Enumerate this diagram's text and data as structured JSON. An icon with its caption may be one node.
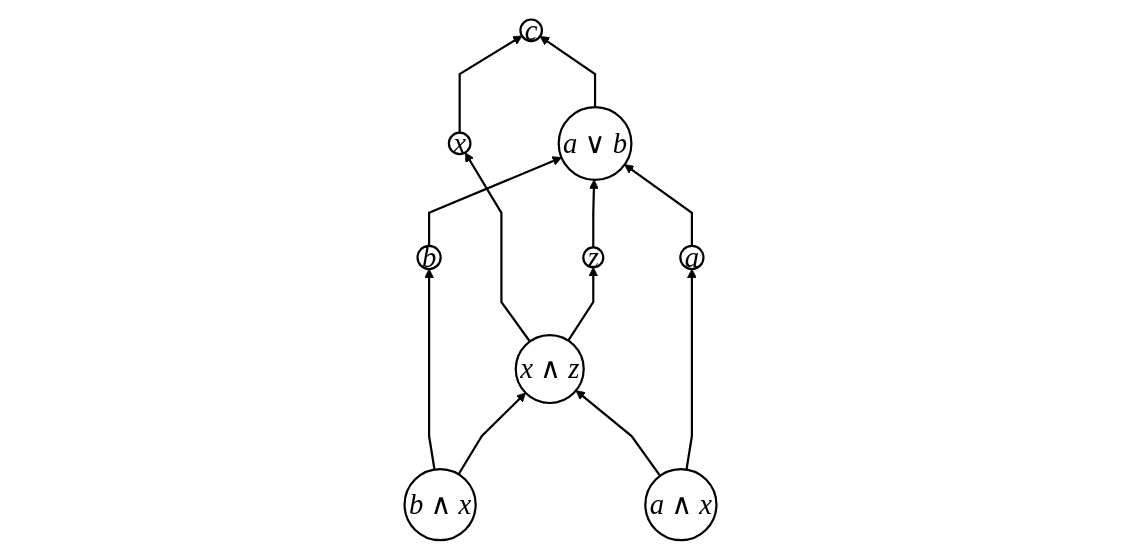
{
  "diagram": {
    "nodes": [
      {
        "text": [
          "c"
        ]
      },
      {
        "text": [
          "x"
        ]
      },
      {
        "text": [
          "b"
        ]
      },
      {
        "text": [
          "a ∨ b"
        ]
      },
      {
        "text": [
          "z"
        ]
      },
      {
        "text": [
          "b ∧ x"
        ]
      },
      {
        "text": [
          "x ∧ z"
        ]
      },
      {
        "text": [
          "a ∧ x"
        ]
      },
      {
        "text": [
          "a"
        ]
      }
    ],
    "edges": [
      {
        "from": 1,
        "to": 0,
        "arrow": "to"
      },
      {
        "from": 3,
        "to": 0,
        "arrow": "to"
      },
      {
        "from": 6,
        "to": 1,
        "arrow": "to"
      },
      {
        "from": 2,
        "to": 3,
        "arrow": "to"
      },
      {
        "from": 5,
        "to": 2,
        "arrow": "to"
      },
      {
        "from": 4,
        "to": 3,
        "arrow": "to"
      },
      {
        "from": 6,
        "to": 4,
        "arrow": "to"
      },
      {
        "from": 8,
        "to": 3,
        "arrow": "to"
      },
      {
        "from": 5,
        "to": 6,
        "arrow": "to"
      },
      {
        "from": 7,
        "to": 6,
        "arrow": "to"
      },
      {
        "from": 7,
        "to": 8,
        "arrow": "to"
      }
    ]
  }
}
